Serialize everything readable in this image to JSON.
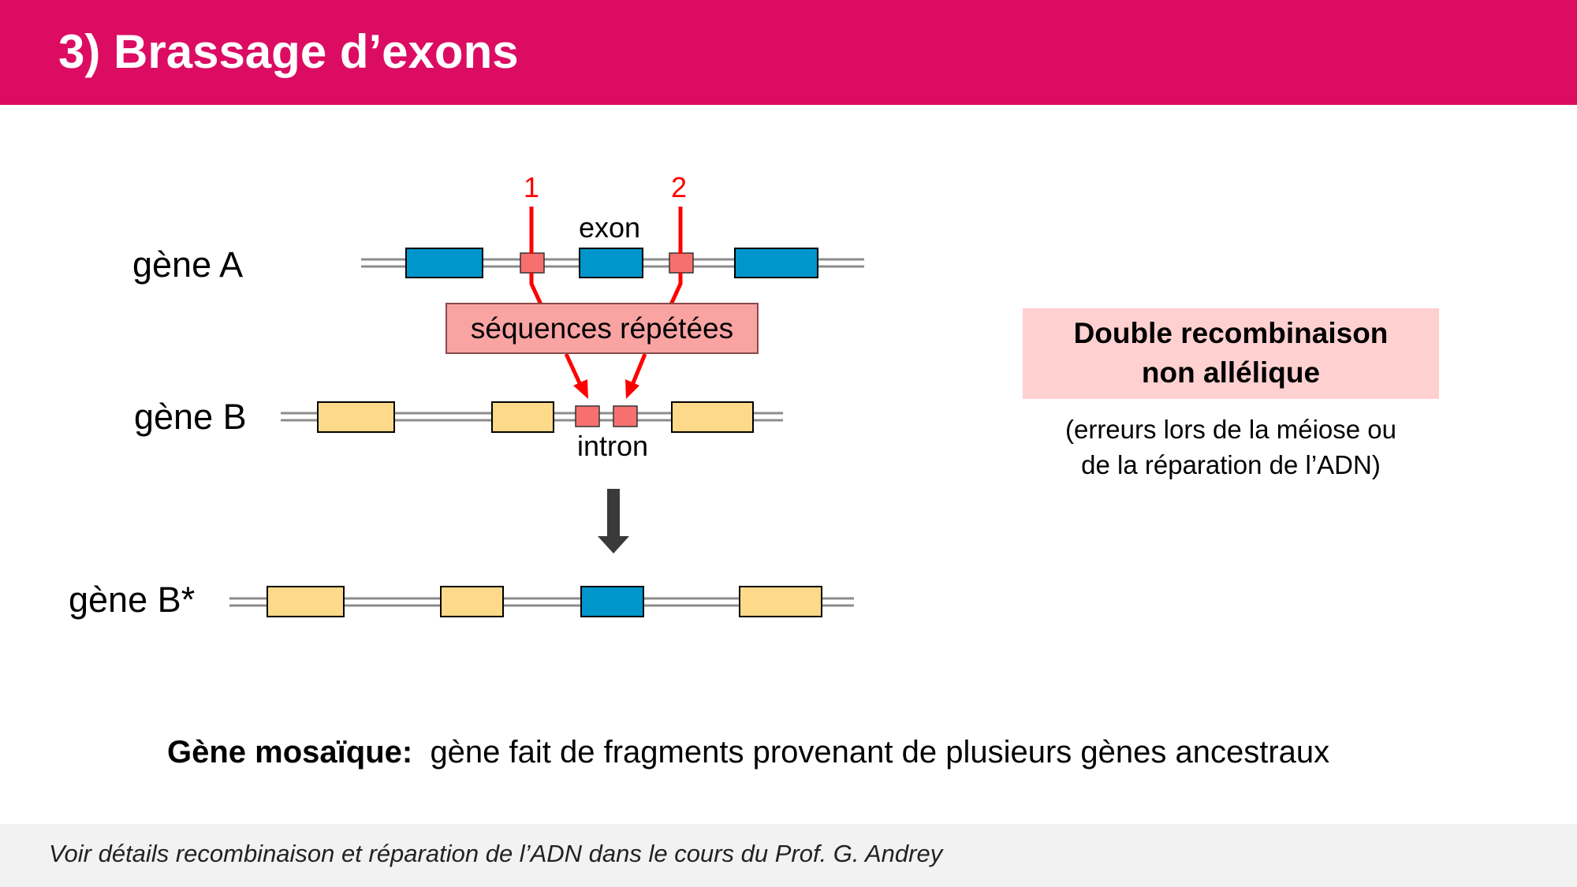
{
  "header": {
    "title": "3) Brassage d’exons"
  },
  "diagram": {
    "gene_a_label": "gène A",
    "gene_b_label": "gène B",
    "gene_bstar_label": "gène B*",
    "exon_label": "exon",
    "intron_label": "intron",
    "repeat_sequences_label": "séquences répétées",
    "site_1_label": "1",
    "site_2_label": "2"
  },
  "side_panel": {
    "title_line1": "Double recombinaison",
    "title_line2": "non allélique",
    "note_line1": "(erreurs lors de la méiose ou",
    "note_line2": "de la réparation de l’ADN)"
  },
  "summary": {
    "term": "Gène mosaïque",
    "definition": "gène fait de fragments provenant de plusieurs gènes ancestraux"
  },
  "footer": {
    "text": "Voir détails recombinaison et réparation de l’ADN dans le cours du Prof. G. Andrey"
  },
  "colors": {
    "header_bg": "#DC0C63",
    "exon_blue": "#0096CC",
    "exon_yellow": "#FDD98A",
    "repeat_red": "#F77070",
    "arrow_red": "#FF0000",
    "dna_line": "#8C8C8C",
    "side_box_bg": "#FFD0D0",
    "seq_box_bg": "#F9A3A3"
  }
}
